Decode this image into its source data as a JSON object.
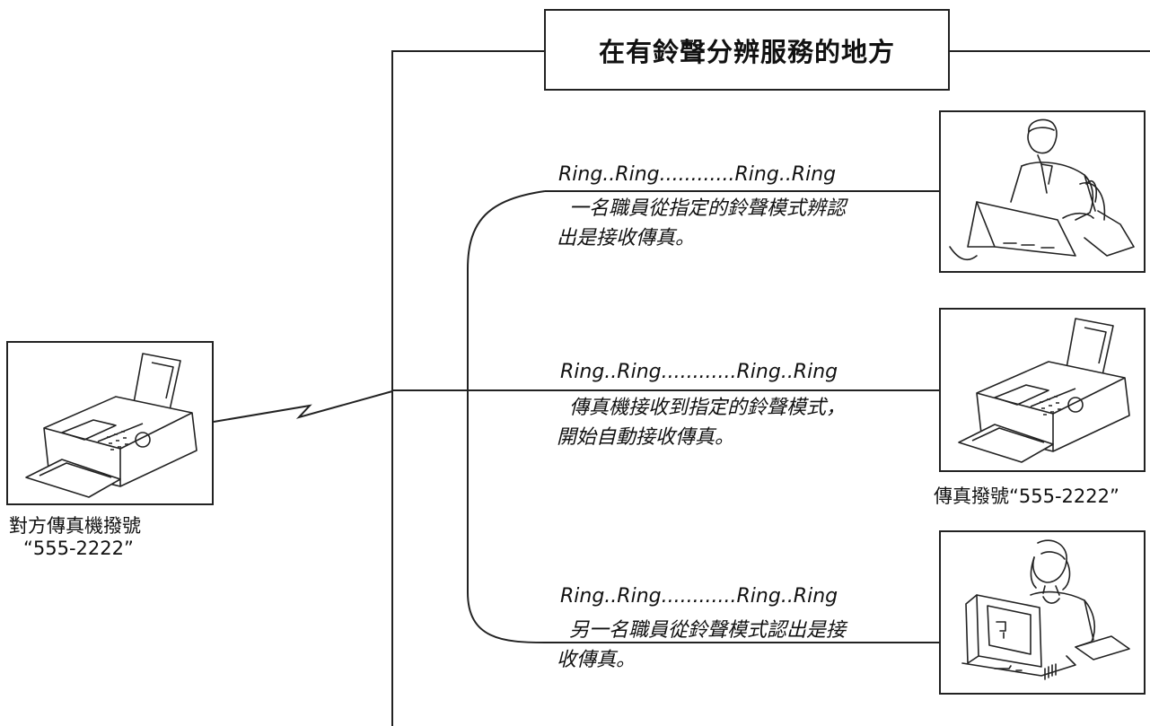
{
  "title": "在有鈴聲分辨服務的地方",
  "sender": {
    "caption_line1": "對方傳真機撥號",
    "caption_line2": "“555-2222”"
  },
  "fax_receiver": {
    "caption": "傳真撥號“555-2222”"
  },
  "branches": [
    {
      "ring": "Ring..Ring............Ring..Ring",
      "desc_line1": "一名職員從指定的鈴聲模式辨認",
      "desc_line2": "出是接收傳真。",
      "icon": "man-at-laptop-icon"
    },
    {
      "ring": "Ring..Ring............Ring..Ring",
      "desc_line1": "傳真機接收到指定的鈴聲模式，",
      "desc_line2": "開始自動接收傳真。",
      "icon": "fax-machine-icon"
    },
    {
      "ring": "Ring..Ring............Ring..Ring",
      "desc_line1": "另一名職員從鈴聲模式認出是接",
      "desc_line2": "收傳真。",
      "icon": "woman-at-computer-icon"
    }
  ]
}
